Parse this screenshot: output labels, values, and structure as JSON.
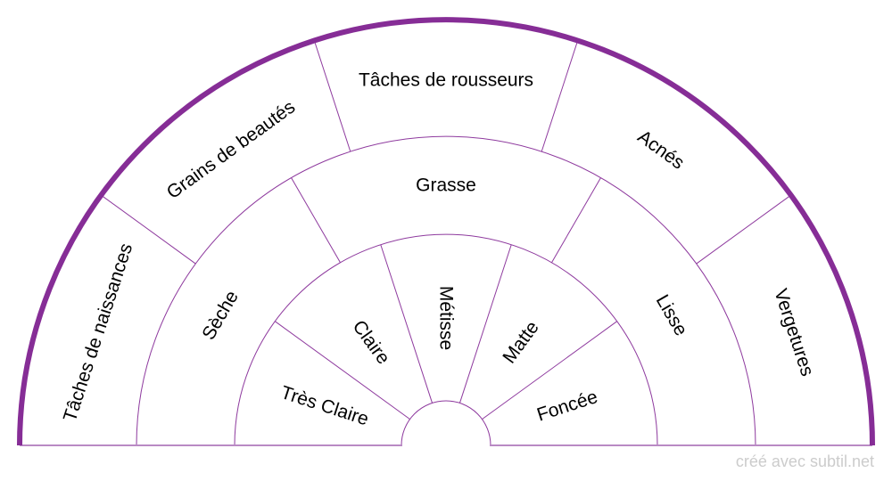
{
  "colors": {
    "border": "#862d96",
    "lines": "#8e3a9e",
    "text": "#000000",
    "watermark": "#cccccc"
  },
  "rings": [
    {
      "name": "inner",
      "labels": [
        "Très Claire",
        "Claire",
        "Métisse",
        "Matte",
        "Foncée"
      ]
    },
    {
      "name": "middle",
      "labels": [
        "Sèche",
        "Grasse",
        "Lisse"
      ]
    },
    {
      "name": "outer",
      "labels": [
        "Tâches de naissances",
        "Grains de beautés",
        "Tâches de rousseurs",
        "Acnés",
        "Vergetures"
      ]
    }
  ],
  "watermark": "créé avec subtil.net"
}
